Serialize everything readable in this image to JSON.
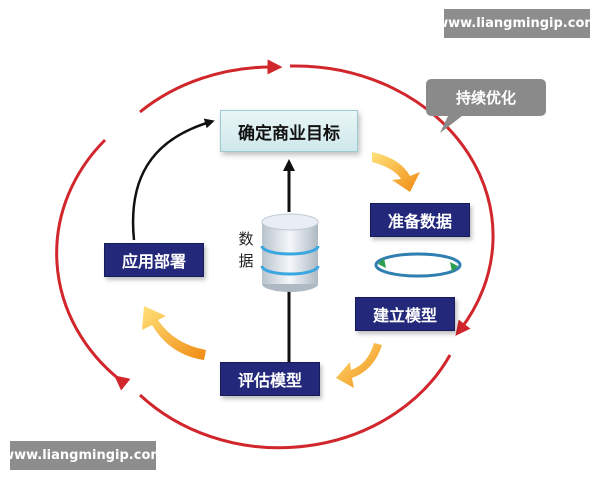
{
  "watermark": {
    "text": "www.liangmingip.com"
  },
  "callout": {
    "label": "持续优化"
  },
  "nodes": {
    "goal": "确定商业目标",
    "prepare": "准备数据",
    "build": "建立模型",
    "evaluate": "评估模型",
    "deploy": "应用部署"
  },
  "data_label": {
    "char1": "数",
    "char2": "据"
  },
  "colors": {
    "cycle": "#d0262c",
    "node": "#23287a",
    "goal": "#d9eef0",
    "arrow_orange": "#f39a1a",
    "ring": "#2f7fb0"
  }
}
